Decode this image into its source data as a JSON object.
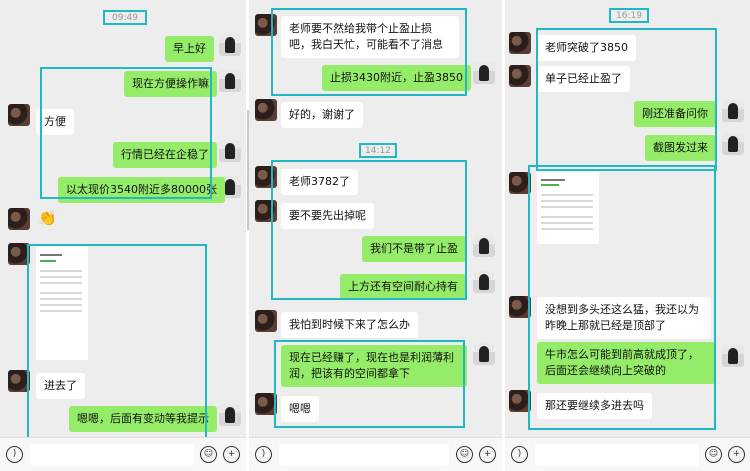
{
  "panel1": {
    "time": "09:49",
    "messages": {
      "m1": "早上好",
      "m2": "现在方便操作嘛",
      "m3": "方便",
      "m4": "行情已经在企稳了",
      "m5": "以太现价3540附近多80000张",
      "m6": "👏",
      "m7": "进去了",
      "m8": "嗯嗯，后面有变动等我提示"
    }
  },
  "panel2": {
    "time": "14:12",
    "messages": {
      "m1": "老师要不然给我带个止盈止损吧，我白天忙，可能看不了消息",
      "m2": "止损3430附近，止盈3850",
      "m3": "好的，谢谢了",
      "m4": "老师3782了",
      "m5": "要不要先出掉呢",
      "m6": "我们不是带了止盈",
      "m7": "上方还有空间耐心持有",
      "m8": "我怕到时候下来了怎么办",
      "m9": "现在已经赚了，现在也是利润薄利润，把该有的空间都拿下",
      "m10": "嗯嗯"
    }
  },
  "panel3": {
    "time": "16:19",
    "messages": {
      "m1": "老师突破了3850",
      "m2": "单子已经止盈了",
      "m3": "刚还准备问你",
      "m4": "截图发过来",
      "m5": "没想到多头还这么猛，我还以为昨晚上那就已经是顶部了",
      "m6": "牛市怎么可能到前高就成顶了，后面还会继续向上突破的",
      "m7": "那还要继续多进去吗"
    }
  },
  "icons": {
    "voice": "voice-icon",
    "emoji": "emoji-icon",
    "plus": "plus-icon"
  }
}
